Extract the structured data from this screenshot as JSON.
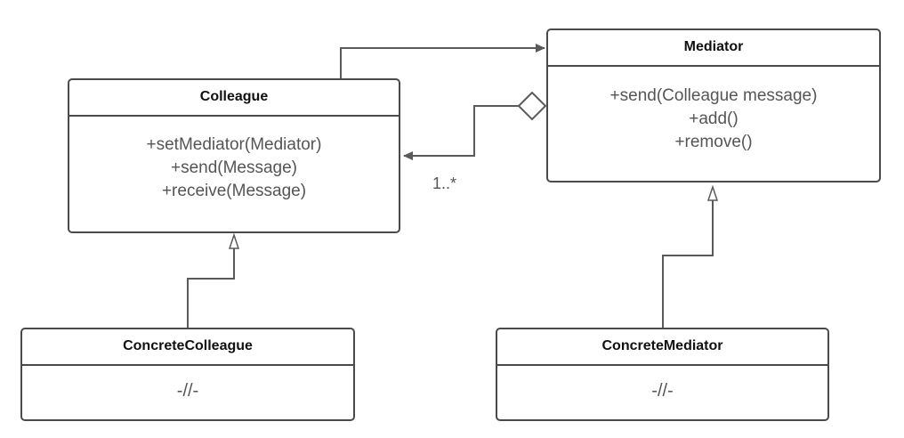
{
  "colleague": {
    "title": "Colleague",
    "methods": [
      "+setMediator(Mediator)",
      "+send(Message)",
      "+receive(Message)"
    ]
  },
  "mediator": {
    "title": "Mediator",
    "methods": [
      "+send(Colleague message)",
      "+add()",
      "+remove()"
    ]
  },
  "concrete_colleague": {
    "title": "ConcreteColleague",
    "body": "-//-"
  },
  "concrete_mediator": {
    "title": "ConcreteMediator",
    "body": "-//-"
  },
  "aggregation": {
    "multiplicity": "1..*"
  },
  "colors": {
    "line": "#5a5a5a",
    "border": "#4a4a4a",
    "text": "#555555"
  }
}
